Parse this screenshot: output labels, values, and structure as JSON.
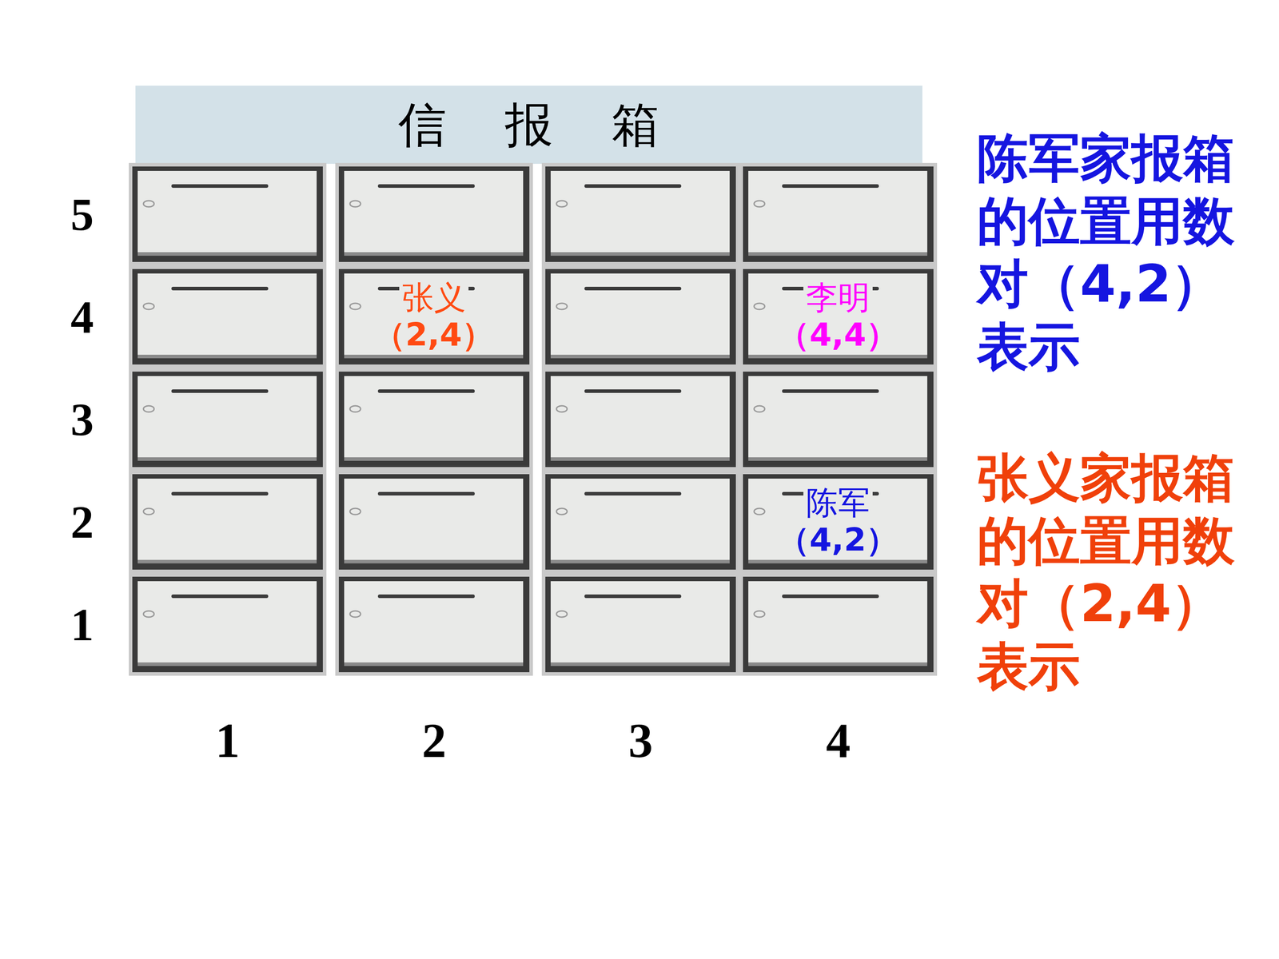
{
  "diagram": {
    "nodes": [
      {
        "text": [
          "信 报 箱"
        ]
      },
      {
        "text": [
          "张义",
          "（2,4）"
        ]
      },
      {
        "text": [
          "李明",
          "（4,4）"
        ]
      },
      {
        "text": [
          "陈军",
          "（4,2）"
        ]
      }
    ],
    "labels": [
      "陈军家报箱的位置用数对（4,2）表示",
      "张义家报箱的位置用数对（2,4）表示",
      "5",
      "4",
      "3",
      "2",
      "1",
      "1",
      "2",
      "3",
      "4"
    ]
  }
}
